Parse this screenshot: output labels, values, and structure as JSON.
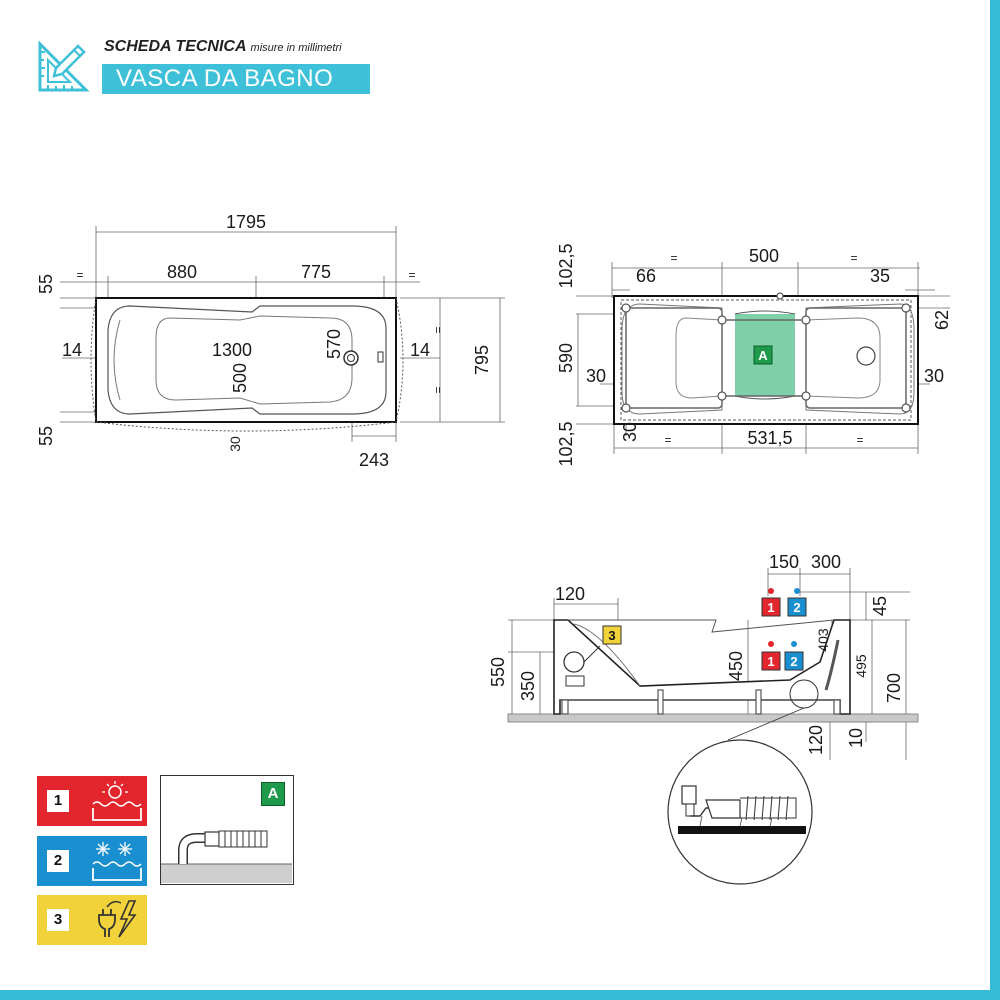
{
  "header": {
    "title": "SCHEDA TECNICA",
    "subtitle": "misure in millimetri",
    "banner": "VASCA DA BAGNO",
    "icon": "ruler-triangle-icon"
  },
  "colors": {
    "accent": "#3ec0d8",
    "cold": "#1a8fd0",
    "hot": "#e3262d",
    "electric": "#f2d23a",
    "drain": "#1f9a4a",
    "highlight": "#5fc394"
  },
  "top_view": {
    "length": "1795",
    "left_part": "880",
    "right_part": "775",
    "inner_length": "1300",
    "inner_width": "570",
    "center_width": "500",
    "side_margin_left": "14",
    "side_margin_right": "14",
    "total_width": "795",
    "edge_top": "55",
    "edge_bottom": "55",
    "bottom_offset": "30",
    "drain_offset": "243",
    "equal_sign": "="
  },
  "frame_view": {
    "center": "500",
    "left_inset": "66",
    "right_inset": "35",
    "top_offset": "102,5",
    "bottom_offset": "102,5",
    "inner_height": "590",
    "right_top": "62",
    "left_side": "30",
    "right_side": "30",
    "bottom_left": "30",
    "bottom_center": "531,5",
    "equal_sign": "=",
    "zone_label": "A"
  },
  "side_view": {
    "top_a": "150",
    "top_b": "300",
    "left_top": "120",
    "total_height": "550",
    "inner_height": "350",
    "panel_height": "450",
    "pipe_height": "403",
    "right_top": "45",
    "right_mid": "495",
    "right_total": "700",
    "floor_gap": "120",
    "floor_thickness": "10",
    "marker_3": "3",
    "marker_1": "1",
    "marker_2": "2"
  },
  "legend": [
    {
      "num": "1",
      "icon": "sun-water-icon",
      "color": "#e3262d"
    },
    {
      "num": "2",
      "icon": "snowflake-water-icon",
      "color": "#1a8fd0"
    },
    {
      "num": "3",
      "icon": "plug-lightning-icon",
      "color": "#f2d23a"
    }
  ],
  "panel_a": {
    "label": "A",
    "icon": "drain-pipe-icon"
  }
}
